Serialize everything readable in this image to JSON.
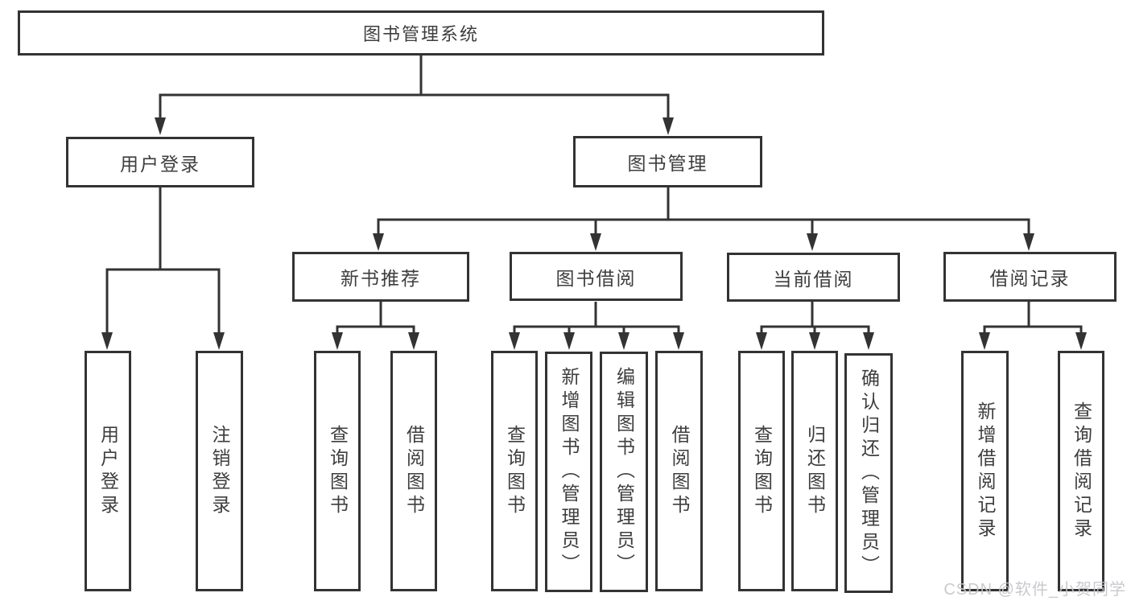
{
  "tree": {
    "label": "图书管理系统",
    "children": [
      {
        "label": "用户登录",
        "children": [
          {
            "label": "用户登录"
          },
          {
            "label": "注销登录"
          }
        ]
      },
      {
        "label": "图书管理",
        "children": [
          {
            "label": "新书推荐",
            "children": [
              {
                "label": "查询图书"
              },
              {
                "label": "借阅图书"
              }
            ]
          },
          {
            "label": "图书借阅",
            "children": [
              {
                "label": "查询图书"
              },
              {
                "label": "新增图书（管理员）"
              },
              {
                "label": "编辑图书（管理员）"
              },
              {
                "label": "借阅图书"
              }
            ]
          },
          {
            "label": "当前借阅",
            "children": [
              {
                "label": "查询图书"
              },
              {
                "label": "归还图书"
              },
              {
                "label": "确认归还（管理员）"
              }
            ]
          },
          {
            "label": "借阅记录",
            "children": [
              {
                "label": "新增借阅记录"
              },
              {
                "label": "查询借阅记录"
              }
            ]
          }
        ]
      }
    ]
  },
  "watermark": {
    "text": "CSDN @软件_小贺同学"
  },
  "colors": {
    "line": "#333333",
    "border": "#333333",
    "text": "#3e3e3e",
    "watermark": "#c6c6cb",
    "background": "#ffffff"
  }
}
